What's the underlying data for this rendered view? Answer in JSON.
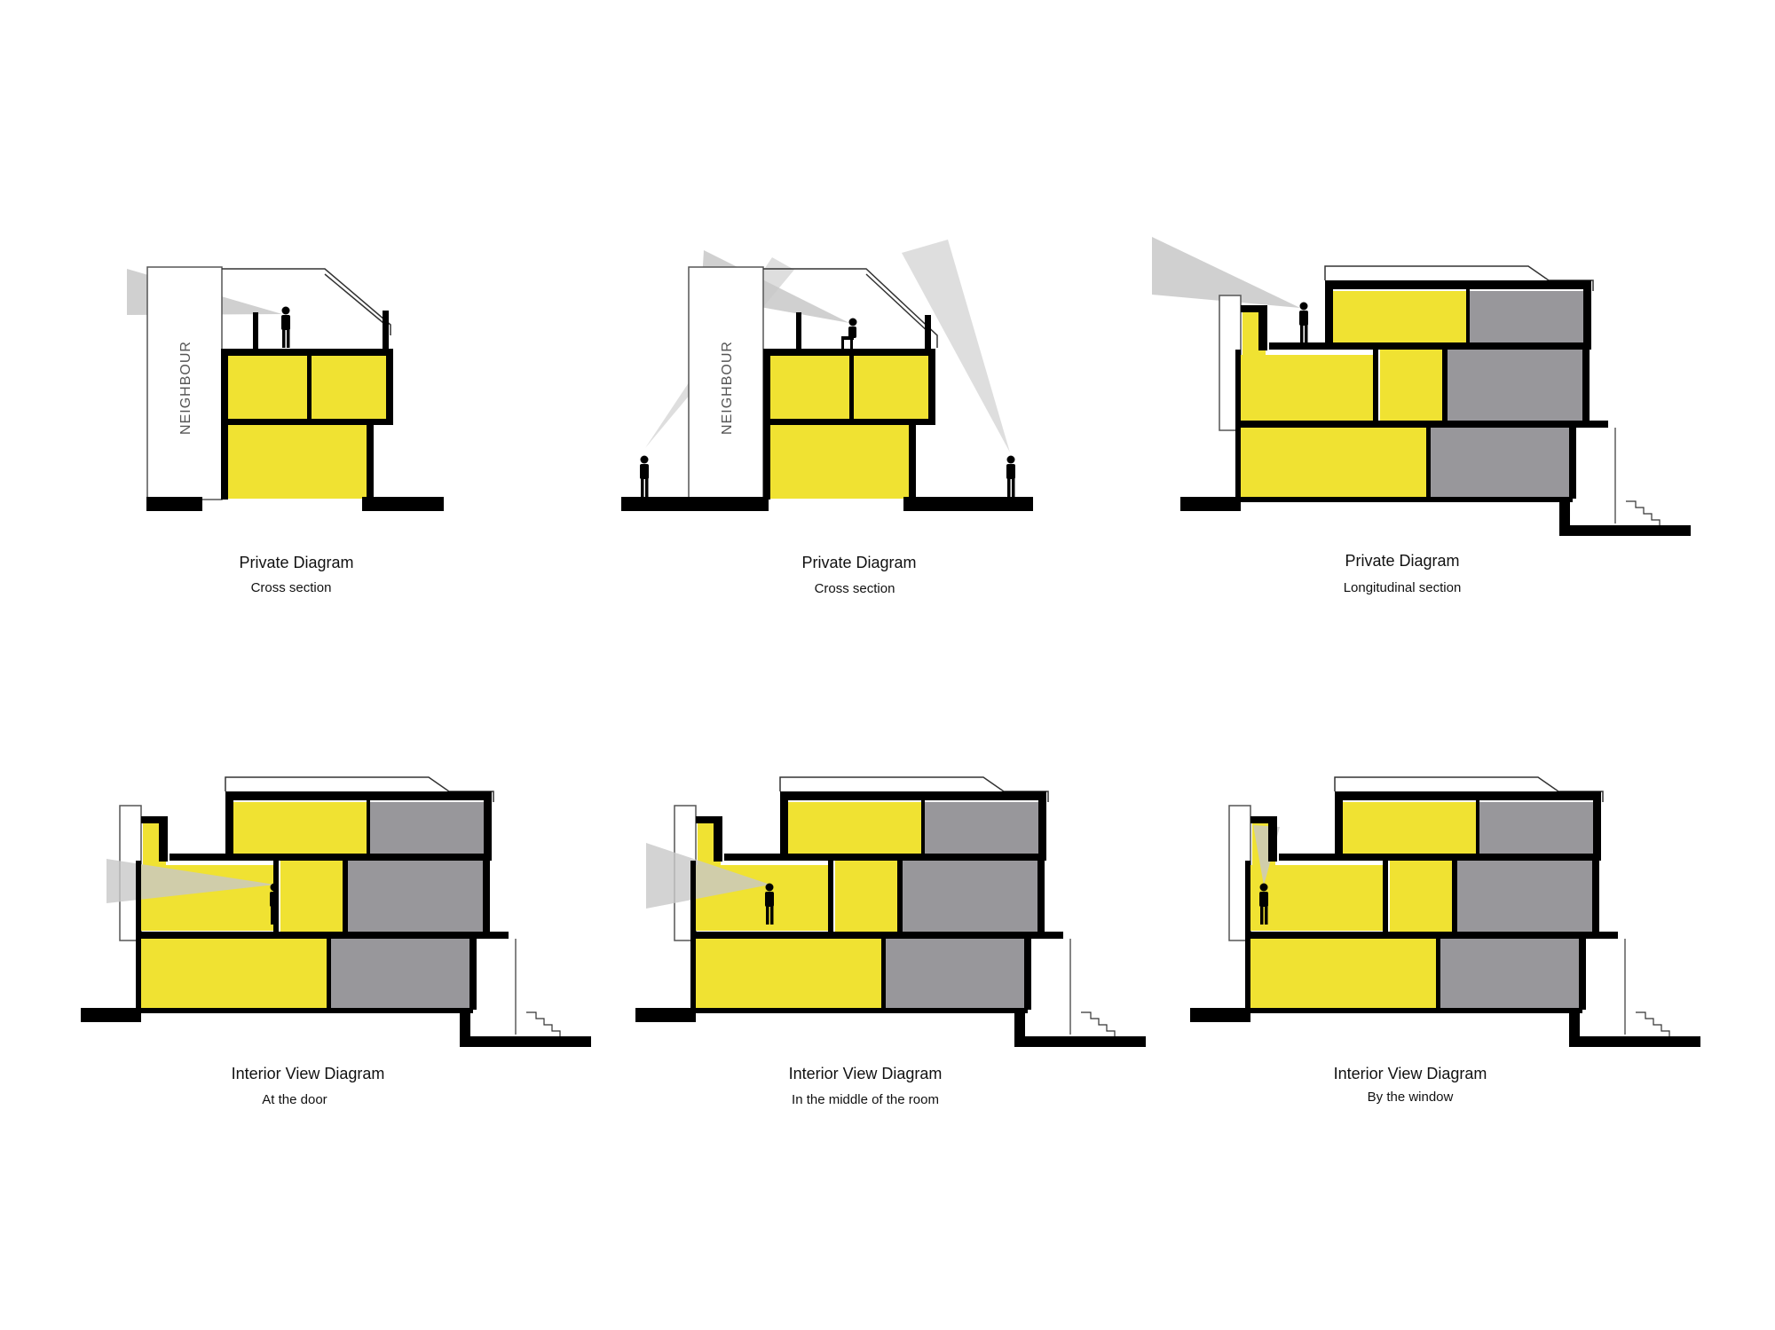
{
  "colors": {
    "occupied": "#f0e232",
    "service": "#98979b",
    "structure": "#000000",
    "view_cone": "#c8c8c8",
    "outline": "#333333"
  },
  "neighbour_label": "NEIGHBOUR",
  "diagrams": [
    {
      "id": "d1",
      "title": "Private Diagram",
      "subtitle": "Cross section"
    },
    {
      "id": "d2",
      "title": "Private Diagram",
      "subtitle": "Cross section"
    },
    {
      "id": "d3",
      "title": "Private Diagram",
      "subtitle": "Longitudinal section"
    },
    {
      "id": "d4",
      "title": "Interior View Diagram",
      "subtitle": "At the door"
    },
    {
      "id": "d5",
      "title": "Interior View Diagram",
      "subtitle": "In the middle of the room"
    },
    {
      "id": "d6",
      "title": "Interior View Diagram",
      "subtitle": "By the window"
    }
  ]
}
